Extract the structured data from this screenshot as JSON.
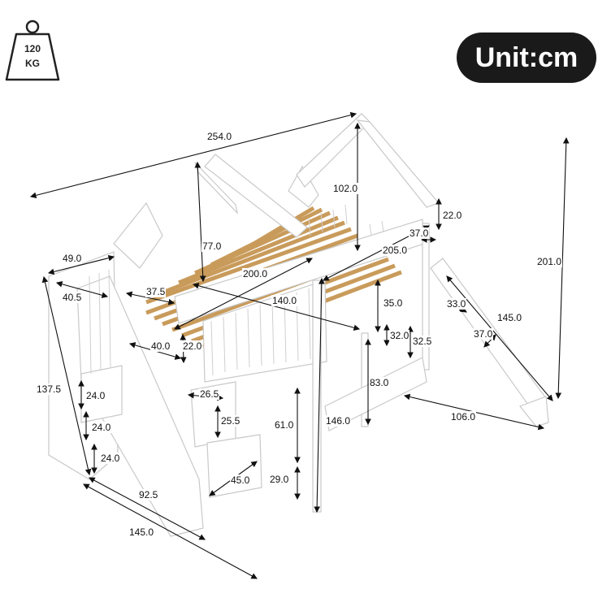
{
  "unit_label": "Unit:cm",
  "weight": {
    "value": "120",
    "unit": "KG",
    "icon": "weight-icon"
  },
  "dimensions": {
    "total_length": "254.0",
    "roof_height": "102.0",
    "rail_top": "22.0",
    "rail_side": "37.0",
    "bed_length": "205.0",
    "total_height": "201.0",
    "stair_depth_top": "49.0",
    "stair_width_top": "40.5",
    "roof_side_height": "77.0",
    "mattress_length": "200.0",
    "gap_left": "37.5",
    "mattress_width": "140.0",
    "guard_height": "35.0",
    "slide_gap": "33.0",
    "slide_length": "145.0",
    "slide_width": "37.0",
    "ladder_step": "32.0",
    "ladder_rise": "32.5",
    "entry_width": "40.0",
    "entry_rail": "22.0",
    "stair_height": "137.5",
    "step_1": "24.0",
    "step_2": "24.0",
    "step_3": "24.0",
    "drawer_width": "26.5",
    "drawer_height": "25.5",
    "under_clearance": "83.0",
    "upper_clearance": "61.0",
    "post_height": "146.0",
    "slide_base": "106.0",
    "drawer_depth": "45.0",
    "bottom_space": "29.0",
    "stair_base": "92.5",
    "stair_total": "145.0"
  }
}
